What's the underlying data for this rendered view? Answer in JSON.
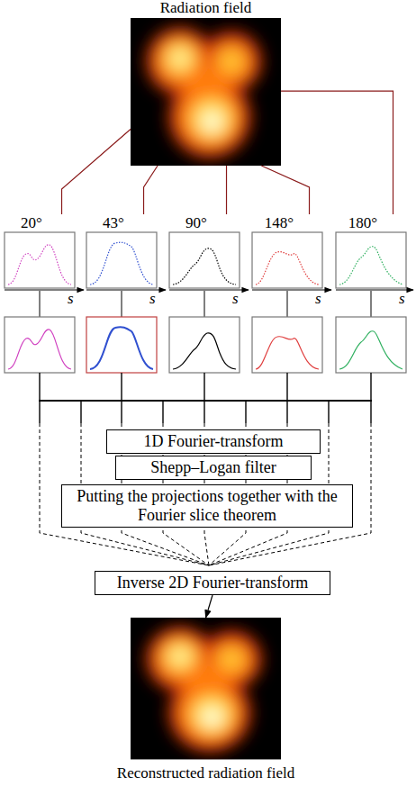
{
  "diagram": {
    "nodes": [
      {
        "text": [
          "Radiation field"
        ]
      },
      {
        "text": [
          "20°",
          "s"
        ]
      },
      {
        "text": [
          "43°",
          "s"
        ]
      },
      {
        "text": [
          "90°",
          "s"
        ]
      },
      {
        "text": [
          "148°",
          "s"
        ]
      },
      {
        "text": [
          "180°",
          "s"
        ]
      },
      {
        "text": [
          "1D Fourier-transform"
        ]
      },
      {
        "text": [
          "Shepp–Logan filter"
        ]
      },
      {
        "text": [
          "Putting the projections together with the Fourier slice theorem"
        ]
      },
      {
        "text": [
          "Inverse 2D Fourier-transform"
        ]
      },
      {
        "text": [
          "Reconstructed radiation field"
        ]
      }
    ],
    "edges": [
      {
        "from": 0,
        "to": 1,
        "arrow": "none"
      },
      {
        "from": 0,
        "to": 2,
        "arrow": "none"
      },
      {
        "from": 0,
        "to": 3,
        "arrow": "none"
      },
      {
        "from": 0,
        "to": 4,
        "arrow": "none"
      },
      {
        "from": 0,
        "to": 5,
        "arrow": "none"
      },
      {
        "from": 9,
        "to": 10,
        "arrow": "to"
      }
    ]
  }
}
